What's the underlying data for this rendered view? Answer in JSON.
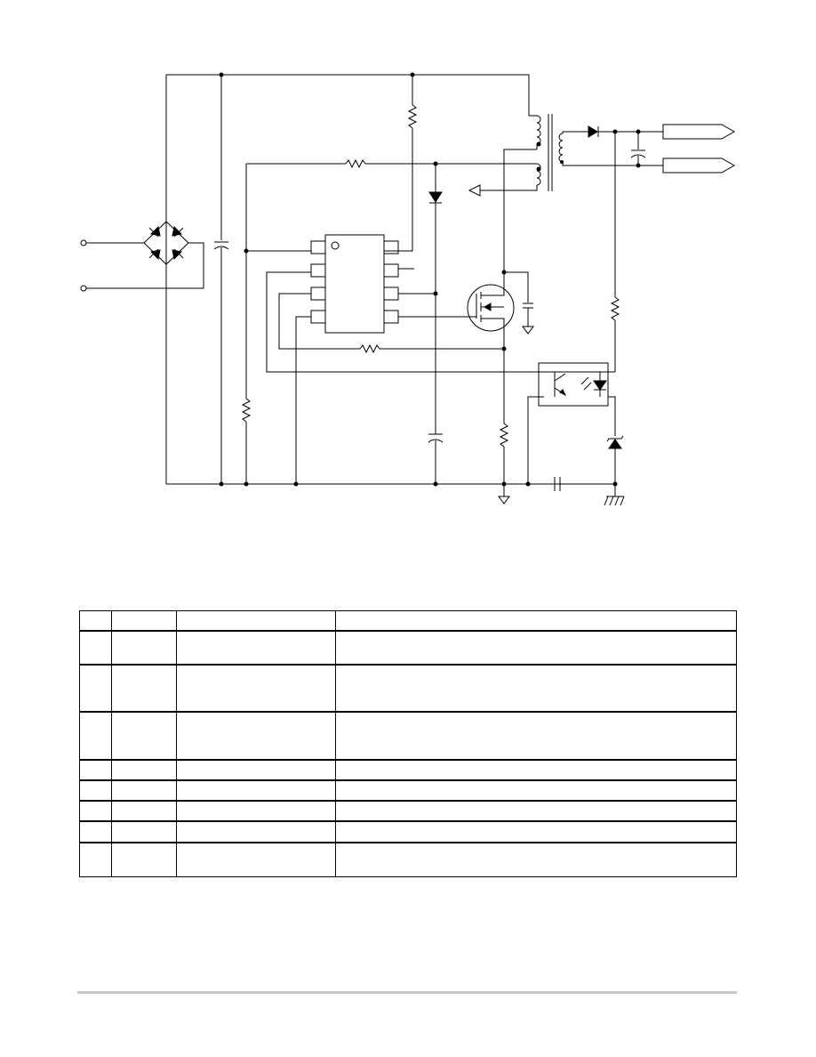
{
  "schematic": {
    "components": [
      "bridge-rectifier",
      "bulk-capacitor",
      "controller-ic",
      "mosfet",
      "transformer",
      "output-diode",
      "output-capacitor",
      "optocoupler",
      "zener-diode",
      "sense-resistor"
    ]
  },
  "pin_table": {
    "headers": [
      "",
      "",
      "",
      ""
    ],
    "rows": [
      [
        "",
        "",
        "",
        ""
      ],
      [
        "",
        "",
        "",
        ""
      ],
      [
        "",
        "",
        "",
        ""
      ],
      [
        "",
        "",
        "",
        ""
      ],
      [
        "",
        "",
        "",
        ""
      ],
      [
        "",
        "",
        "",
        ""
      ],
      [
        "",
        "",
        "",
        ""
      ],
      [
        "",
        "",
        "",
        ""
      ]
    ]
  }
}
